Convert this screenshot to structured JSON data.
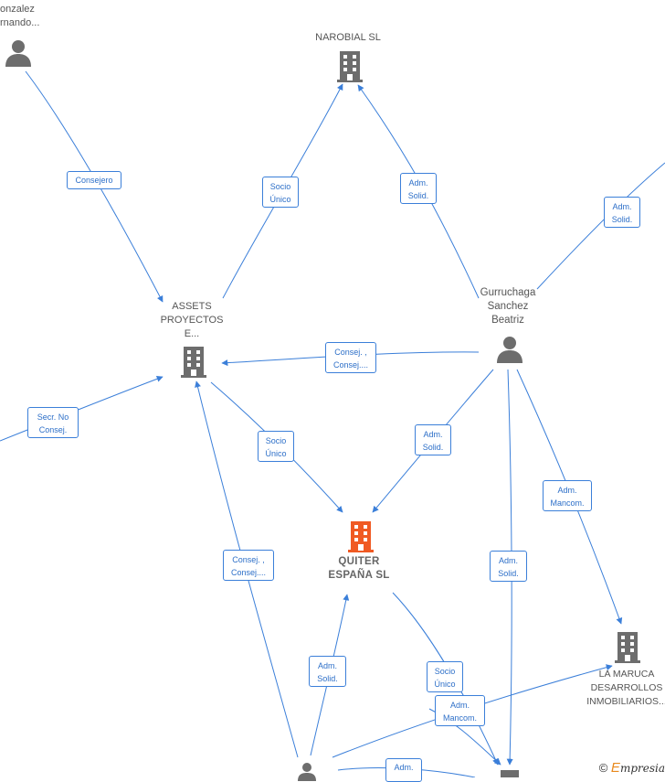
{
  "nodes": {
    "gonzalez": "onzalez\nrnando...",
    "narobial": "NAROBIAL  SL",
    "assets": "ASSETS\nPROYECTOS\nE...",
    "gurruchaga": "Gurruchaga\nSanchez\nBeatriz",
    "quiter": "QUITER\nESPAÑA  SL",
    "la_maruca": "LA MARUCA\nDESARROLLOS\nINMOBILIARIOS..."
  },
  "edges": {
    "consejero": "Consejero",
    "socio_unico_1": "Socio\nÚnico",
    "adm_solid_1": "Adm.\nSolid.",
    "adm_solid_2": "Adm.\nSolid.",
    "consej_1": "Consej. ,\nConsej....",
    "secr_no_consej": "Secr.  No\nConsej.",
    "socio_unico_2": "Socio\nÚnico",
    "adm_solid_3": "Adm.\nSolid.",
    "adm_mancom_1": "Adm.\nMancom.",
    "consej_2": "Consej. ,\nConsej....",
    "adm_solid_4": "Adm.\nSolid.",
    "adm_solid_5": "Adm.\nSolid.",
    "socio_unico_3": "Socio\nÚnico",
    "adm_mancom_2": "Adm.\nMancom.",
    "adm_bottom": "Adm."
  },
  "watermark": {
    "symbol": "©",
    "brand_initial": "E",
    "brand_rest": "mpresia"
  },
  "colors": {
    "edge": "#3b7fd9",
    "node_icon": "#6d6d6d",
    "main_icon": "#f05a23"
  }
}
